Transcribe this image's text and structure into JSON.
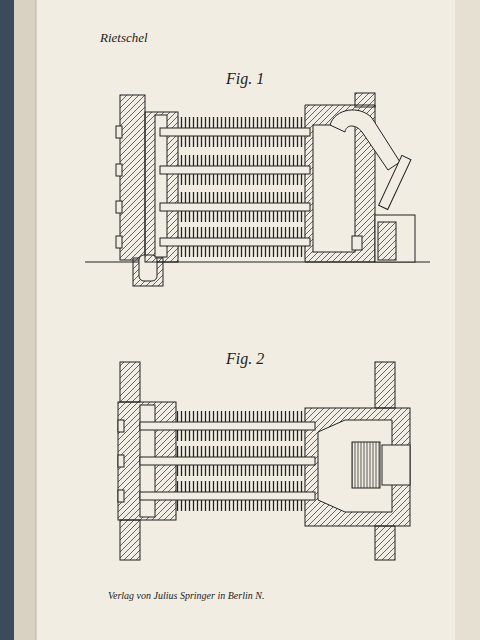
{
  "diagram": {
    "labels": [
      "Rietschel",
      "Fig. 1",
      "Fig. 2",
      "Verlag von Julius Springer in Berlin N."
    ]
  }
}
